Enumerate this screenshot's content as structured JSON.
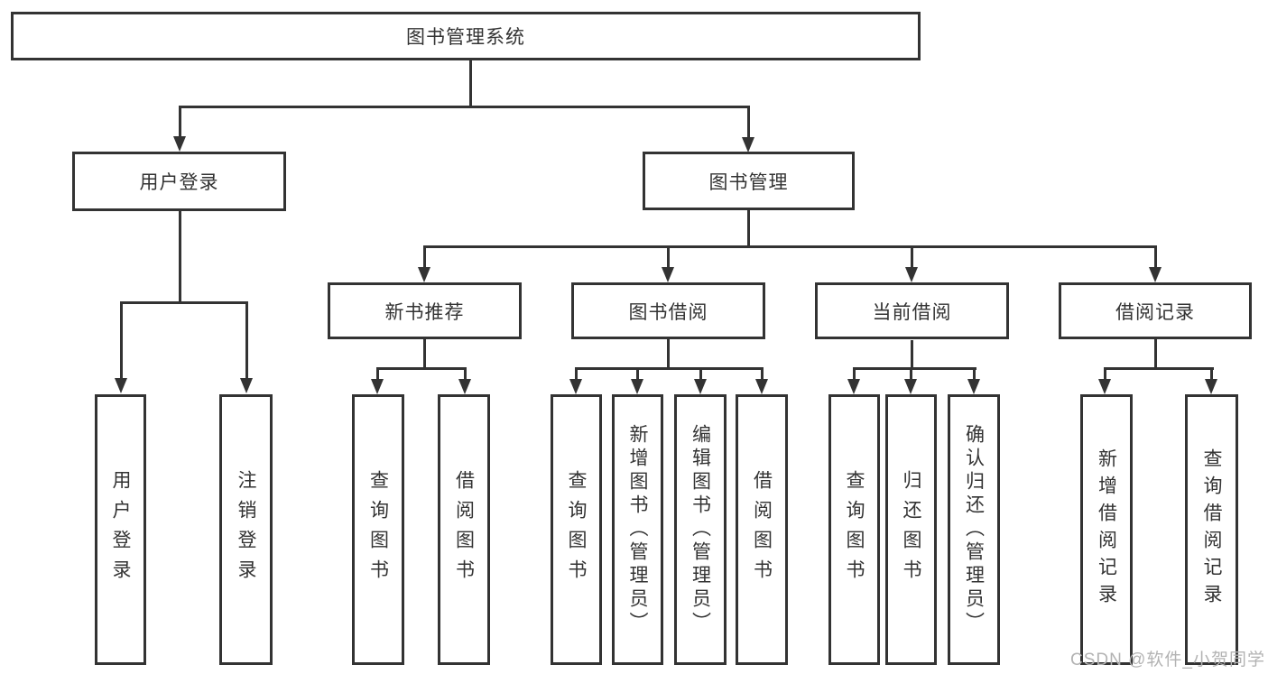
{
  "tree": {
    "label": "图书管理系统",
    "children": [
      {
        "label": "用户登录",
        "children": [
          {
            "label": "用户登录"
          },
          {
            "label": "注销登录"
          }
        ]
      },
      {
        "label": "图书管理",
        "children": [
          {
            "label": "新书推荐",
            "children": [
              {
                "label": "查询图书"
              },
              {
                "label": "借阅图书"
              }
            ]
          },
          {
            "label": "图书借阅",
            "children": [
              {
                "label": "查询图书"
              },
              {
                "label": "新增图书（管理员）"
              },
              {
                "label": "编辑图书（管理员）"
              },
              {
                "label": "借阅图书"
              }
            ]
          },
          {
            "label": "当前借阅",
            "children": [
              {
                "label": "查询图书"
              },
              {
                "label": "归还图书"
              },
              {
                "label": "确认归还（管理员）"
              }
            ]
          },
          {
            "label": "借阅记录",
            "children": [
              {
                "label": "新增借阅记录"
              },
              {
                "label": "查询借阅记录"
              }
            ]
          }
        ]
      }
    ]
  },
  "watermark": {
    "text": "CSDN @软件_小贺同学"
  },
  "colors": {
    "line": "#333333",
    "text": "#333333",
    "watermark": "#b3b3b3",
    "background": "#ffffff"
  }
}
